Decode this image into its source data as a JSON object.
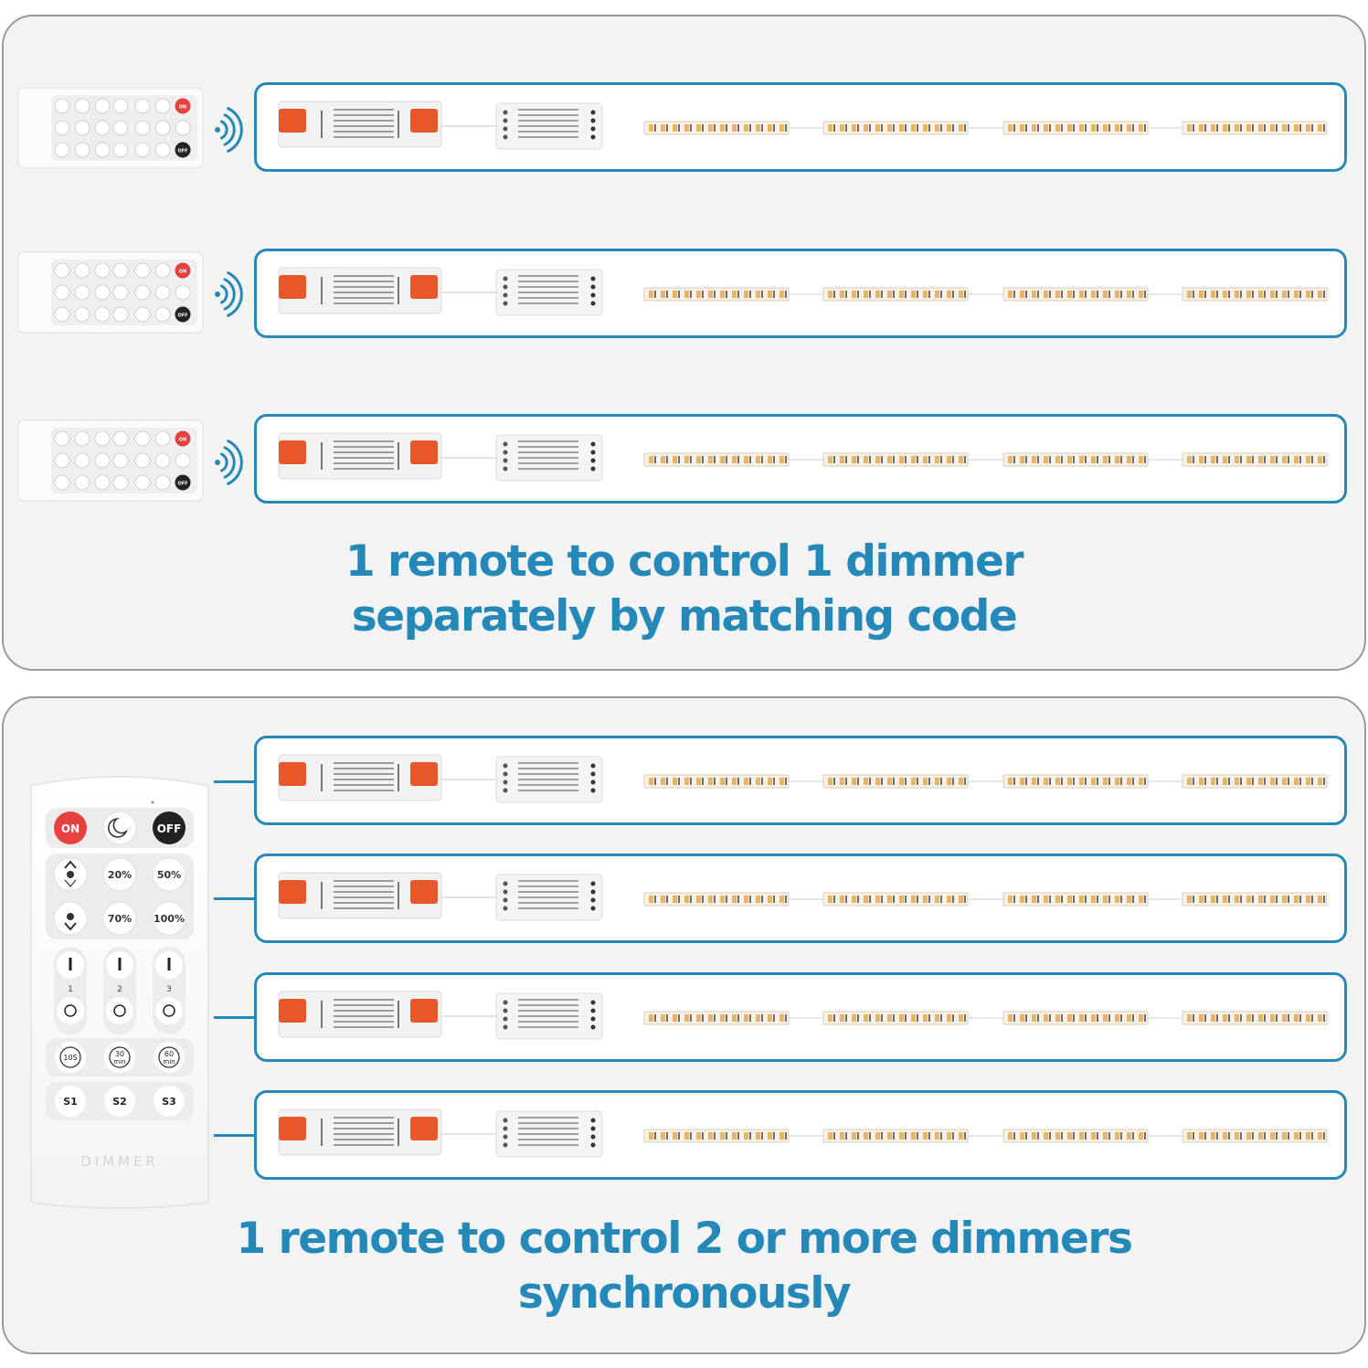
{
  "captions": {
    "separate_line1": "1 remote to control 1 dimmer",
    "separate_line2": "separately by matching code",
    "sync_line1": "1 remote to control 2 or more dimmers",
    "sync_line2": "synchronously"
  },
  "remote": {
    "on": "ON",
    "off": "OFF",
    "p20": "20%",
    "p50": "50%",
    "p70": "70%",
    "p100": "100%",
    "ch1": "1",
    "ch2": "2",
    "ch3": "3",
    "t10": "10S",
    "t30": "30",
    "t30u": "min",
    "t60": "60",
    "t60u": "min",
    "s1": "S1",
    "s2": "S2",
    "s3": "S3",
    "brand": "DIMMER"
  },
  "mini_remote": {
    "on": "ON",
    "off": "OFF"
  },
  "colors": {
    "accent": "#2489b8",
    "on_red": "#e5413e",
    "off_black": "#222222",
    "psu_orange": "#e8572a",
    "led_amber": "#e9b36a"
  }
}
